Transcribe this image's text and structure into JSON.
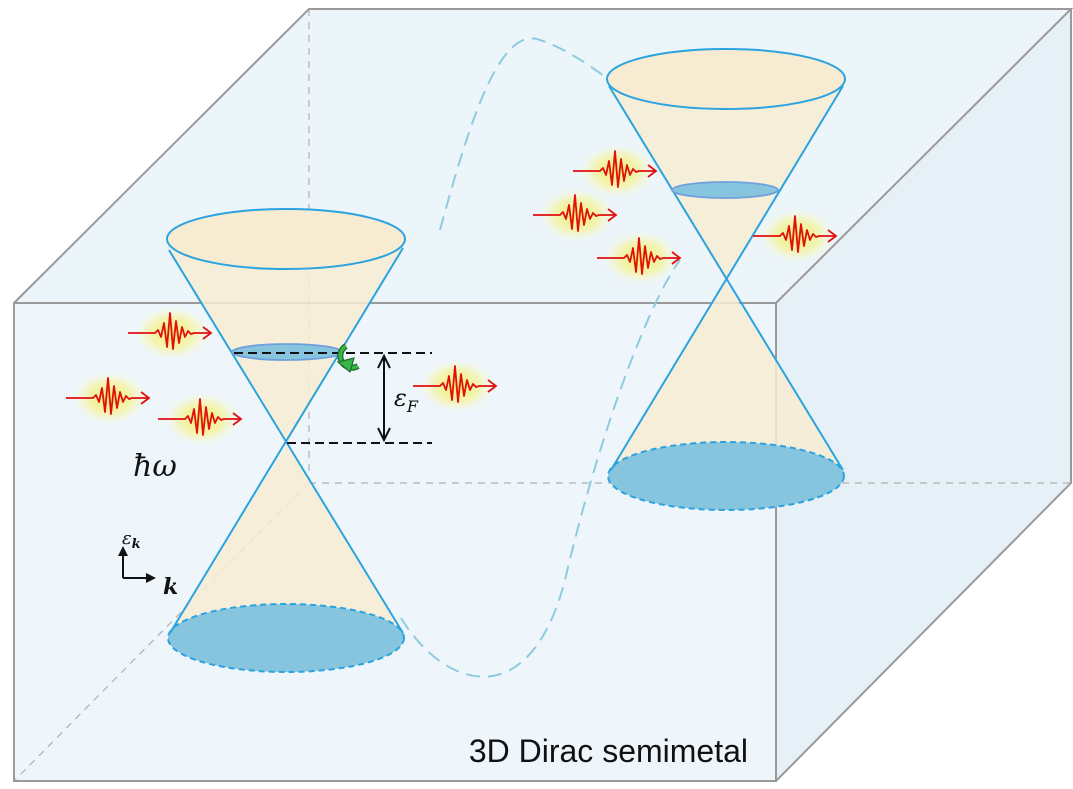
{
  "labels": {
    "title": "3D Dirac semimetal",
    "photon_energy": "ħω",
    "fermi_level": "ε",
    "fermi_sub": "F",
    "energy_axis": "ε",
    "energy_axis_sub": "k",
    "momentum_axis": "k"
  },
  "colors": {
    "box_face": "#eef6fb",
    "box_edge": "#9a9a9a",
    "cone_line": "#2aa3e0",
    "cone_fill": "#f7ecd1",
    "disc_fill": "#86c5dd",
    "dashed_curve": "#8ecbe0",
    "wave": "#e01010",
    "glow": "#f3f28a",
    "circ_arrow": "#2f9a3a"
  },
  "icons": [
    "photon-wavepacket-icon",
    "circular-arrow-icon",
    "axis-arrows-icon"
  ]
}
